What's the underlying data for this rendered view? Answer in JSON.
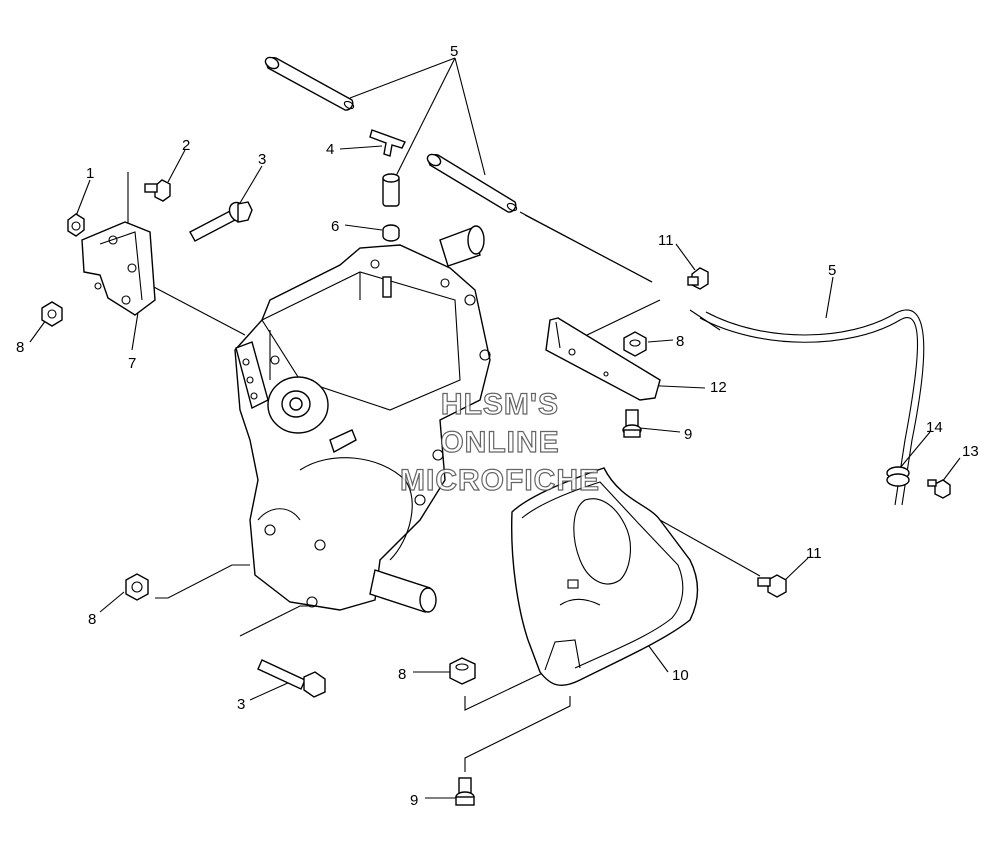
{
  "watermark": {
    "line1": "HLSM'S",
    "line2": "ONLINE",
    "line3": "MICROFICHE"
  },
  "callouts": {
    "c1": "1",
    "c2": "2",
    "c3_top": "3",
    "c3_bottom": "3",
    "c4": "4",
    "c5_top": "5",
    "c5_right": "5",
    "c6": "6",
    "c7": "7",
    "c8_left": "8",
    "c8_mid": "8",
    "c8_bottom_left": "8",
    "c8_bottom": "8",
    "c9_right": "9",
    "c9_bottom": "9",
    "c10": "10",
    "c11_top": "11",
    "c11_right": "11",
    "c12": "12",
    "c13": "13",
    "c14": "14"
  }
}
